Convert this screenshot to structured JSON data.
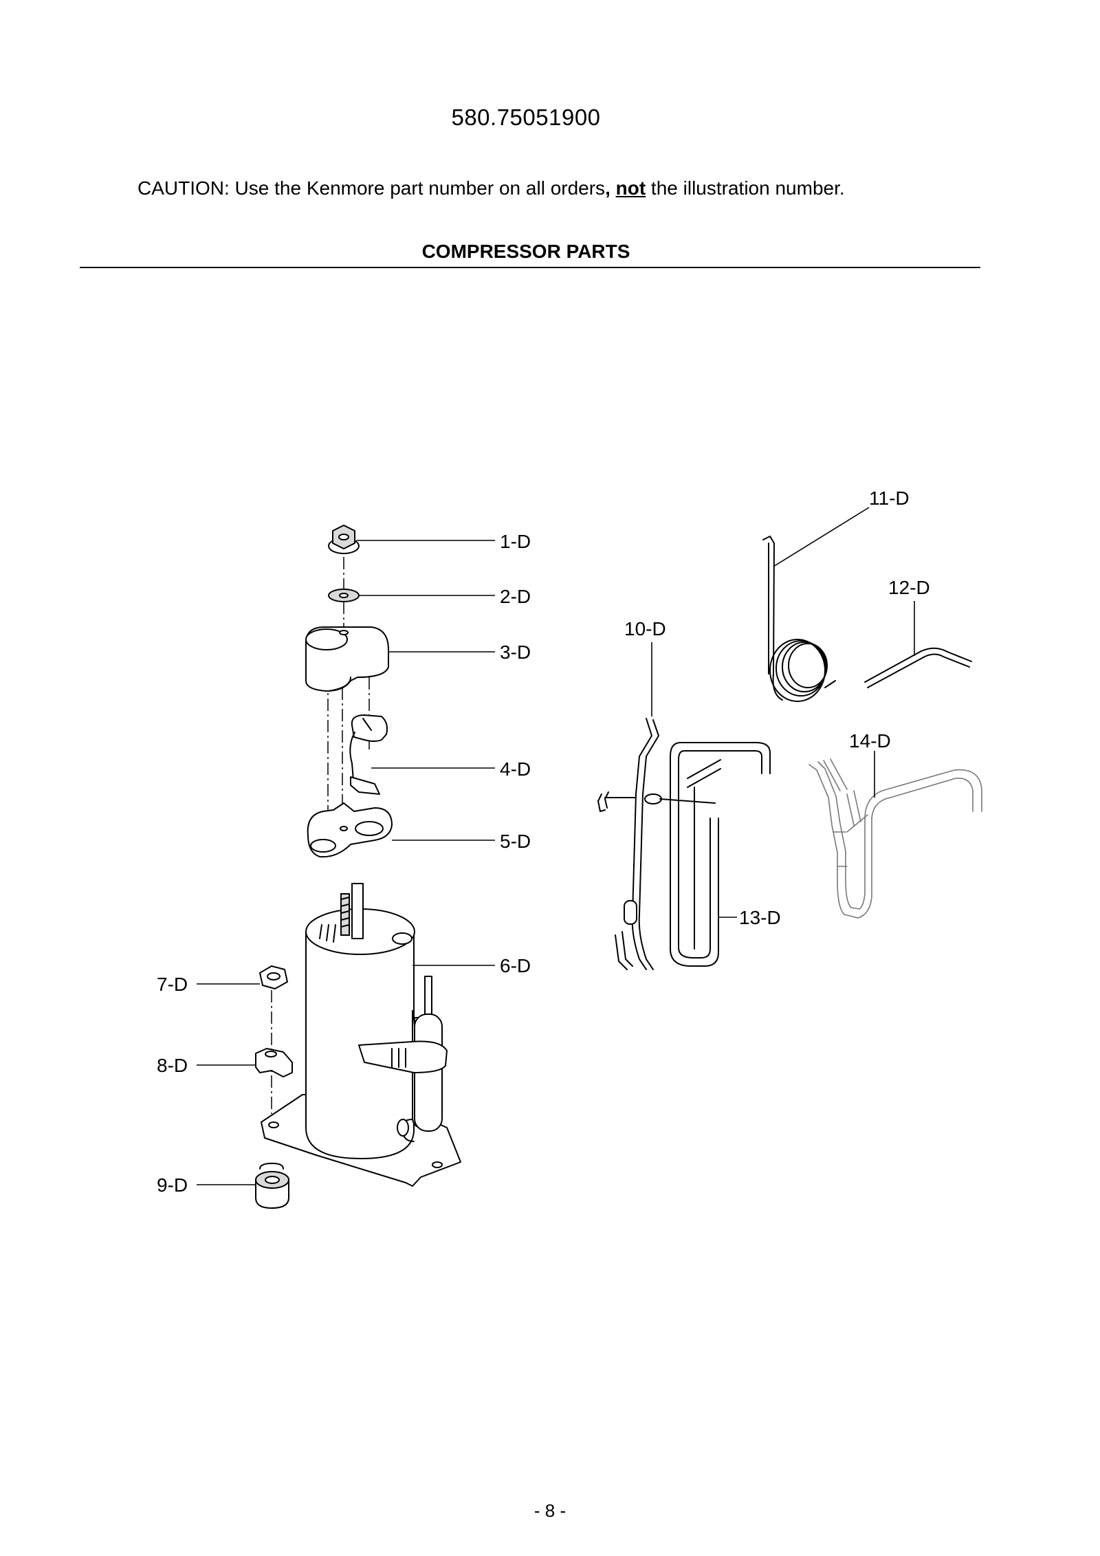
{
  "header": {
    "model_number": "580.75051900",
    "caution_prefix": "CAUTION: Use the Kenmore part number on all orders",
    "caution_comma": ",",
    "caution_emphasis": "not",
    "caution_suffix": " the illustration number.",
    "section_title": "COMPRESSOR PARTS"
  },
  "callouts": [
    "1-D",
    "2-D",
    "3-D",
    "4-D",
    "5-D",
    "6-D",
    "7-D",
    "8-D",
    "9-D",
    "10-D",
    "11-D",
    "12-D",
    "13-D",
    "14-D"
  ],
  "footer": {
    "page_number": "- 8 -"
  }
}
